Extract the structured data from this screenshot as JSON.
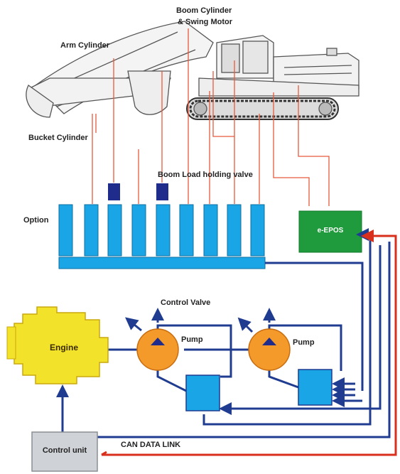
{
  "labels": {
    "boom_cylinder": "Boom Cylinder",
    "swing_motor": "& Swing Motor",
    "arm_cylinder": "Arm Cylinder",
    "bucket_cylinder": "Bucket Cylinder",
    "boom_load_holding_valve": "Boom Load holding valve",
    "option": "Option",
    "epos": "e-EPOS",
    "control_valve": "Control Valve",
    "pump_left": "Pump",
    "pump_right": "Pump",
    "engine": "Engine",
    "control_unit": "Control unit",
    "can_data_link": "CAN DATA LINK"
  },
  "colors": {
    "valve_spool": "#1aa6e6",
    "hydraulic_line": "#1f3c91",
    "signal_line": "#e65a3c",
    "can_line": "#d8301c",
    "epos_box": "#1f9a3c",
    "engine": "#f2e22a",
    "pump": "#f39a2a",
    "control_unit": "#cfd2d6",
    "holding_valve": "#1f2c8c"
  },
  "icons": [
    "excavator-drawing",
    "engine-icon",
    "pump-icon"
  ]
}
